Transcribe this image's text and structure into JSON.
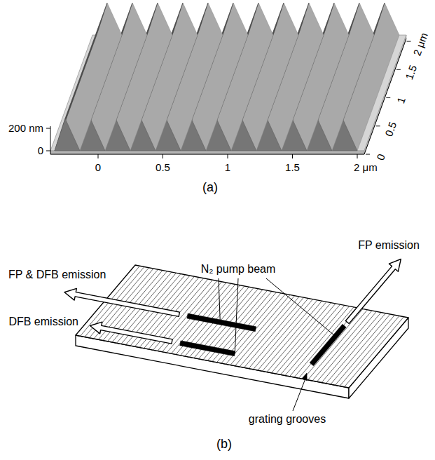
{
  "diagram": {
    "labels": [
      "200 nm",
      "0",
      "0",
      "0.5",
      "1",
      "1.5",
      "2 μm",
      "0",
      "0.5",
      "1",
      "1.5",
      "2 μm",
      "(a)",
      "N₂ pump beam",
      "FP emission",
      "FP & DFB emission",
      "DFB emission",
      "grating grooves",
      "(b)"
    ]
  }
}
